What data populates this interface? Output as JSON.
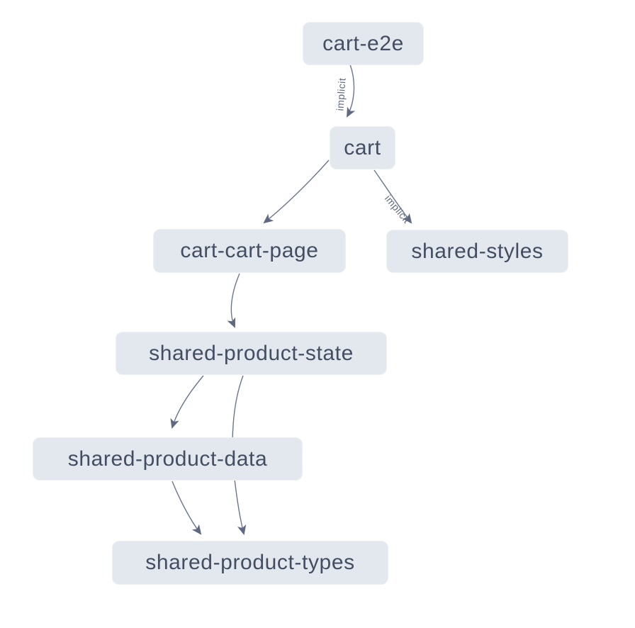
{
  "diagram": {
    "kind": "project-dependency-graph",
    "nodes": [
      {
        "id": "cart-e2e",
        "label": "cart-e2e"
      },
      {
        "id": "cart",
        "label": "cart"
      },
      {
        "id": "cart-cart-page",
        "label": "cart-cart-page"
      },
      {
        "id": "shared-styles",
        "label": "shared-styles"
      },
      {
        "id": "shared-product-state",
        "label": "shared-product-state"
      },
      {
        "id": "shared-product-data",
        "label": "shared-product-data"
      },
      {
        "id": "shared-product-types",
        "label": "shared-product-types"
      }
    ],
    "edges": [
      {
        "source": "cart-e2e",
        "target": "cart",
        "type": "implicit",
        "label": "implicit"
      },
      {
        "source": "cart",
        "target": "cart-cart-page",
        "type": "static",
        "label": ""
      },
      {
        "source": "cart",
        "target": "shared-styles",
        "type": "implicit",
        "label": "implicit"
      },
      {
        "source": "cart-cart-page",
        "target": "shared-product-state",
        "type": "static",
        "label": ""
      },
      {
        "source": "shared-product-state",
        "target": "shared-product-data",
        "type": "static",
        "label": ""
      },
      {
        "source": "shared-product-state",
        "target": "shared-product-types",
        "type": "static",
        "label": ""
      },
      {
        "source": "shared-product-data",
        "target": "shared-product-types",
        "type": "static",
        "label": ""
      }
    ],
    "colors": {
      "background": "#ffffff",
      "node_fill": "#e3e7ee",
      "node_border": "#edf0f5",
      "node_text": "#434e63",
      "edge": "#6b768c",
      "edge_label": "#5f6a80"
    }
  }
}
